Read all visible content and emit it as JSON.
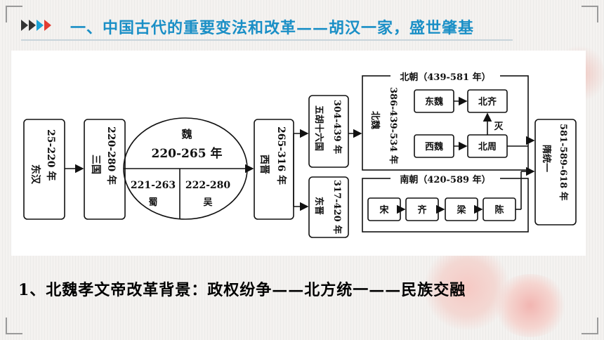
{
  "title": "一、中国古代的重要变法和改革——胡汉一家，盛世肇基",
  "bottom_text": "1、北魏孝文帝改革背景：政权纷争——北方统一——民族交融",
  "diagram": {
    "donghan": {
      "name": "东汉",
      "years": "25-220 年"
    },
    "sanguo": {
      "name": "三国",
      "years": "220-280 年"
    },
    "wei": {
      "name": "魏",
      "years": "220-265 年"
    },
    "shu": {
      "years": "221-263",
      "name": "蜀"
    },
    "wu": {
      "years": "222-280",
      "name": "吴"
    },
    "xijin": {
      "name": "西晋",
      "years": "265-316 年"
    },
    "wuhu": {
      "name": "五胡十六国",
      "years": "304-439 年"
    },
    "dongjin": {
      "name": "东晋",
      "years": "317-420 年"
    },
    "beichao": {
      "label": "北朝（439-581 年）"
    },
    "beiwei": {
      "name": "北魏",
      "years": "386-439-534 年"
    },
    "dongwei": "东魏",
    "beiqi": "北齐",
    "xiwei": "西魏",
    "beizhou": "北周",
    "mie": "灭",
    "nanchao": {
      "label": "南朝（420-589 年）"
    },
    "song": "宋",
    "qi": "齐",
    "liang": "梁",
    "chen": "陈",
    "sui": {
      "name": "隋统一",
      "years": "581-589-618 年"
    }
  }
}
